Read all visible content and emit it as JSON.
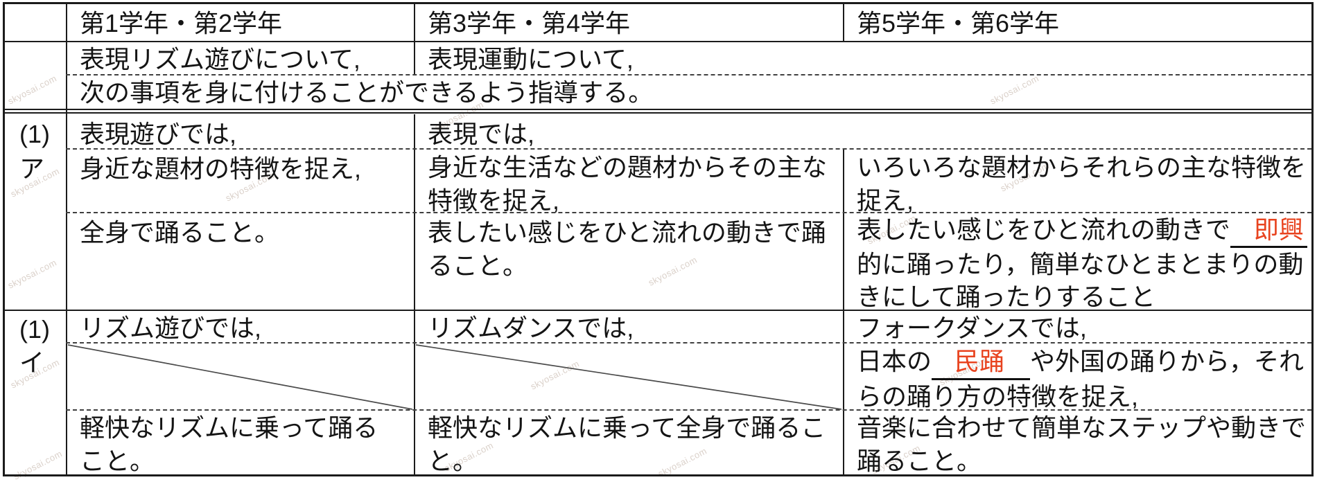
{
  "watermark": "skyosai.com",
  "colors": {
    "answer_red": "#e8431f",
    "line_black": "#1b1b1b"
  },
  "table": {
    "header": {
      "grade12": "第1学年・第2学年",
      "grade34": "第3学年・第4学年",
      "grade56": "第5学年・第6学年"
    },
    "intro": {
      "grade12": "表現リズム遊びについて,",
      "grade3456": "表現運動について,",
      "directive": "次の事項を身に付けることができるよう指導する。"
    },
    "item_a": {
      "number": "(1)",
      "kana": "ア",
      "lead_grade12": "表現遊びでは,",
      "lead_grade3456": "表現では,",
      "capture_grade12": {
        "line1": "身近な題材の特徴を捉え,"
      },
      "capture_grade34": {
        "line1": "身近な生活などの題材からその主な",
        "line2": "特徴を捉え,"
      },
      "capture_grade56": {
        "line1": "いろいろな題材からそれらの主な特徴を",
        "line2": "捉え,"
      },
      "dance_grade12": {
        "line1": "全身で踊ること。"
      },
      "dance_grade34": {
        "line1": "表したい感じをひと流れの動きで踊",
        "line2": "ること。"
      },
      "dance_grade56": {
        "line1_prefix": "表したい感じをひと流れの動きで",
        "line1_answer": "即興",
        "line2": "的に踊ったり，簡単なひとまとまりの動",
        "line3": "きにして踊ったりすること"
      }
    },
    "item_b": {
      "number": "(1)",
      "kana": "イ",
      "lead_grade12": "リズム遊びでは,",
      "lead_grade34": "リズムダンスでは,",
      "lead_grade56": "フォークダンスでは,",
      "capture_grade56": {
        "line1_prefix": "日本の",
        "line1_answer": "民踊",
        "line1_suffix": "や外国の踊りから，それ",
        "line2": "らの踊り方の特徴を捉え,"
      },
      "dance_grade12": {
        "line1": "軽快なリズムに乗って踊る",
        "line2": "こと。"
      },
      "dance_grade34": {
        "line1": "軽快なリズムに乗って全身で踊るこ",
        "line2": "と。"
      },
      "dance_grade56": {
        "line1": "音楽に合わせて簡単なステップや動きで",
        "line2": "踊ること。"
      }
    }
  }
}
